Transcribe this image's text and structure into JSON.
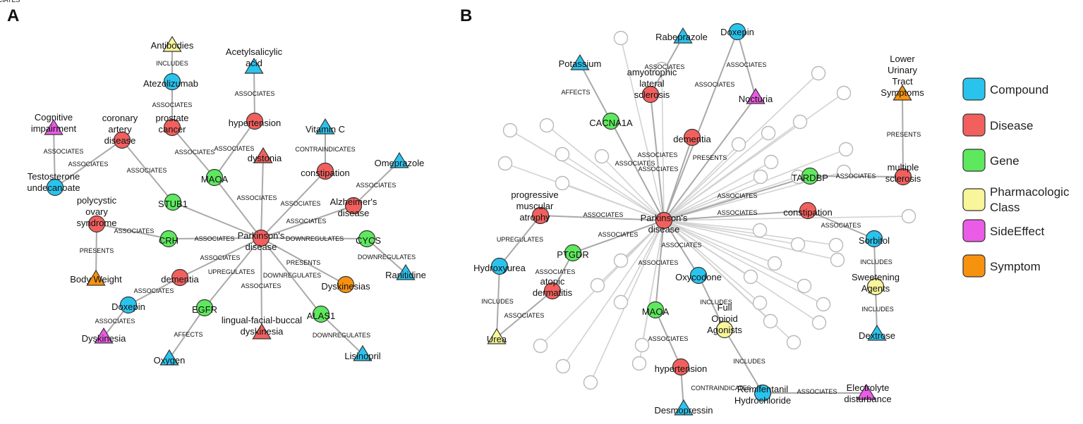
{
  "panels": [
    "A",
    "B"
  ],
  "legend": [
    {
      "type": "Compound",
      "color": "#29c4ee"
    },
    {
      "type": "Disease",
      "color": "#f2605e"
    },
    {
      "type": "Gene",
      "color": "#5ee85e"
    },
    {
      "type": "Pharmacologic Class",
      "color": "#f8f59a"
    },
    {
      "type": "SideEffect",
      "color": "#ea5ce6"
    },
    {
      "type": "Symptom",
      "color": "#f7920f"
    }
  ],
  "graphA": {
    "nodes": [
      {
        "id": "pd",
        "label": "Parkinson's\ndisease",
        "type": "Disease",
        "shape": "circle"
      },
      {
        "id": "antibodies",
        "label": "Antibodies",
        "type": "Pharmacologic Class",
        "shape": "triangle"
      },
      {
        "id": "atezolizumab",
        "label": "Atezolizumab",
        "type": "Compound",
        "shape": "circle"
      },
      {
        "id": "prostate",
        "label": "prostate\ncancer",
        "type": "Disease",
        "shape": "circle"
      },
      {
        "id": "maoa",
        "label": "MAOA",
        "type": "Gene",
        "shape": "circle"
      },
      {
        "id": "acetyl",
        "label": "Acetylsalicylic\nacid",
        "type": "Compound",
        "shape": "triangle"
      },
      {
        "id": "hypertension",
        "label": "hypertension",
        "type": "Disease",
        "shape": "circle"
      },
      {
        "id": "dystonia",
        "label": "dystonia",
        "type": "Disease",
        "shape": "triangle"
      },
      {
        "id": "vitc",
        "label": "Vitamin C",
        "type": "Compound",
        "shape": "triangle"
      },
      {
        "id": "constipation",
        "label": "constipation",
        "type": "Disease",
        "shape": "circle"
      },
      {
        "id": "omeprazole",
        "label": "Omeprazole",
        "type": "Compound",
        "shape": "triangle"
      },
      {
        "id": "alzheimer",
        "label": "Alzheimer's\ndisease",
        "type": "Disease",
        "shape": "circle"
      },
      {
        "id": "cognitive",
        "label": "Cognitive\nimpairment",
        "type": "SideEffect",
        "shape": "triangle"
      },
      {
        "id": "coronary",
        "label": "coronary\nartery\ndisease",
        "type": "Disease",
        "shape": "circle"
      },
      {
        "id": "testosterone",
        "label": "Testosterone\nundecanoate",
        "type": "Compound",
        "shape": "circle"
      },
      {
        "id": "stub1",
        "label": "STUB1",
        "type": "Gene",
        "shape": "circle"
      },
      {
        "id": "pcos",
        "label": "polycystic\novary\nsyndrome",
        "type": "Disease",
        "shape": "circle"
      },
      {
        "id": "crh",
        "label": "CRH",
        "type": "Gene",
        "shape": "circle"
      },
      {
        "id": "cycs",
        "label": "CYCS",
        "type": "Gene",
        "shape": "circle"
      },
      {
        "id": "ranitidine",
        "label": "Ranitidine",
        "type": "Compound",
        "shape": "triangle"
      },
      {
        "id": "bodyweight",
        "label": "Body Weight",
        "type": "Symptom",
        "shape": "triangle"
      },
      {
        "id": "dementia",
        "label": "dementia",
        "type": "Disease",
        "shape": "circle"
      },
      {
        "id": "doxepin",
        "label": "Doxepin",
        "type": "Compound",
        "shape": "circle"
      },
      {
        "id": "dyskinesia",
        "label": "Dyskinesia",
        "type": "SideEffect",
        "shape": "triangle"
      },
      {
        "id": "egfr",
        "label": "EGFR",
        "type": "Gene",
        "shape": "circle"
      },
      {
        "id": "oxygen",
        "label": "Oxygen",
        "type": "Compound",
        "shape": "triangle"
      },
      {
        "id": "lingual",
        "label": "lingual-facial-buccal\ndyskinesia",
        "type": "Disease",
        "shape": "triangle"
      },
      {
        "id": "dyskinesias",
        "label": "Dyskinesias",
        "type": "Symptom",
        "shape": "circle"
      },
      {
        "id": "alas1",
        "label": "ALAS1",
        "type": "Gene",
        "shape": "circle"
      },
      {
        "id": "lisinopril",
        "label": "Lisinopril",
        "type": "Compound",
        "shape": "triangle"
      }
    ],
    "edges": [
      {
        "from": "antibodies",
        "to": "atezolizumab",
        "label": "INCLUDES"
      },
      {
        "from": "atezolizumab",
        "to": "prostate",
        "label": "ASSOCIATES"
      },
      {
        "from": "prostate",
        "to": "maoa",
        "label": "ASSOCIATES"
      },
      {
        "from": "maoa",
        "to": "hypertension",
        "label": "ASSOCIATES"
      },
      {
        "from": "acetyl",
        "to": "hypertension",
        "label": "ASSOCIATES"
      },
      {
        "from": "maoa",
        "to": "pd",
        "label": "ASSOCIATES"
      },
      {
        "from": "dystonia",
        "to": "pd",
        "label": "ASSOCIATES"
      },
      {
        "from": "vitc",
        "to": "constipation",
        "label": "CONTRAINDICATES"
      },
      {
        "from": "constipation",
        "to": "pd",
        "label": "ASSOCIATES"
      },
      {
        "from": "omeprazole",
        "to": "alzheimer",
        "label": "ASSOCIATES"
      },
      {
        "from": "alzheimer",
        "to": "pd",
        "label": "ASSOCIATES"
      },
      {
        "from": "cognitive",
        "to": "testosterone",
        "label": "ASSOCIATES"
      },
      {
        "from": "coronary",
        "to": "testosterone",
        "label": "ASSOCIATES"
      },
      {
        "from": "coronary",
        "to": "stub1",
        "label": "ASSOCIATES"
      },
      {
        "from": "stub1",
        "to": "pd",
        "label": ""
      },
      {
        "from": "pcos",
        "to": "crh",
        "label": "ASSOCIATES"
      },
      {
        "from": "crh",
        "to": "pd",
        "label": "ASSOCIATES"
      },
      {
        "from": "pcos",
        "to": "bodyweight",
        "label": "PRESENTS"
      },
      {
        "from": "pd",
        "to": "cycs",
        "label": "DOWNREGULATES"
      },
      {
        "from": "cycs",
        "to": "ranitidine",
        "label": "DOWNREGULATES"
      },
      {
        "from": "dementia",
        "to": "pd",
        "label": "ASSOCIATES"
      },
      {
        "from": "dementia",
        "to": "doxepin",
        "label": "ASSOCIATES"
      },
      {
        "from": "doxepin",
        "to": "dyskinesia",
        "label": "ASSOCIATES"
      },
      {
        "from": "egfr",
        "to": "pd",
        "label": "UPREGULATES"
      },
      {
        "from": "egfr",
        "to": "oxygen",
        "label": "AFFECTS"
      },
      {
        "from": "lingual",
        "to": "pd",
        "label": "ASSOCIATES"
      },
      {
        "from": "pd",
        "to": "dyskinesias",
        "label": "PRESENTS"
      },
      {
        "from": "pd",
        "to": "alas1",
        "label": "DOWNREGULATES"
      },
      {
        "from": "alas1",
        "to": "lisinopril",
        "label": "DOWNREGULATES"
      }
    ]
  },
  "graphB": {
    "nodes": [
      {
        "id": "pd",
        "label": "Parkinson's\ndisease",
        "type": "Disease",
        "shape": "circle"
      },
      {
        "id": "rabeprazole",
        "label": "Rabeprazole",
        "type": "Compound",
        "shape": "triangle"
      },
      {
        "id": "doxepin",
        "label": "Doxepin",
        "type": "Compound",
        "shape": "circle"
      },
      {
        "id": "potassium",
        "label": "Potassium",
        "type": "Compound",
        "shape": "triangle"
      },
      {
        "id": "als",
        "label": "amyotrophic\nlateral\nsclerosis",
        "type": "Disease",
        "shape": "circle"
      },
      {
        "id": "nocturia",
        "label": "Nocturia",
        "type": "SideEffect",
        "shape": "triangle"
      },
      {
        "id": "luts",
        "label": "Lower\nUrinary\nTract\nSymptoms",
        "type": "Symptom",
        "shape": "triangle"
      },
      {
        "id": "cacna1a",
        "label": "CACNA1A",
        "type": "Gene",
        "shape": "circle"
      },
      {
        "id": "dementia",
        "label": "dementia",
        "type": "Disease",
        "shape": "circle"
      },
      {
        "id": "tardbp",
        "label": "TARDBP",
        "type": "Gene",
        "shape": "circle"
      },
      {
        "id": "ms",
        "label": "multiple\nsclerosis",
        "type": "Disease",
        "shape": "circle"
      },
      {
        "id": "pma",
        "label": "progressive\nmuscular\natrophy",
        "type": "Disease",
        "shape": "circle"
      },
      {
        "id": "constipation",
        "label": "constipation",
        "type": "Disease",
        "shape": "circle"
      },
      {
        "id": "sorbitol",
        "label": "Sorbitol",
        "type": "Compound",
        "shape": "circle"
      },
      {
        "id": "ptgdr",
        "label": "PTGDR",
        "type": "Gene",
        "shape": "circle"
      },
      {
        "id": "hydroxyurea",
        "label": "Hydroxyurea",
        "type": "Compound",
        "shape": "circle"
      },
      {
        "id": "oxycodone",
        "label": "Oxycodone",
        "type": "Compound",
        "shape": "circle"
      },
      {
        "id": "sweetening",
        "label": "Sweetening\nAgents",
        "type": "Pharmacologic Class",
        "shape": "circle"
      },
      {
        "id": "atopic",
        "label": "atopic\ndermatitis",
        "type": "Disease",
        "shape": "circle"
      },
      {
        "id": "maoa",
        "label": "MAOA",
        "type": "Gene",
        "shape": "circle"
      },
      {
        "id": "fullopioid",
        "label": "Full\nOpioid\nAgonists",
        "type": "Pharmacologic Class",
        "shape": "circle"
      },
      {
        "id": "dextrose",
        "label": "Dextrose",
        "type": "Compound",
        "shape": "triangle"
      },
      {
        "id": "urea",
        "label": "Urea",
        "type": "Pharmacologic Class",
        "shape": "triangle"
      },
      {
        "id": "hypertension",
        "label": "hypertension",
        "type": "Disease",
        "shape": "circle"
      },
      {
        "id": "remifentanil",
        "label": "Remifentanil\nHydrochloride",
        "type": "Compound",
        "shape": "circle"
      },
      {
        "id": "electrolyte",
        "label": "Electrolyte\ndisturbance",
        "type": "SideEffect",
        "shape": "triangle"
      },
      {
        "id": "desmopressin",
        "label": "Desmopressin",
        "type": "Compound",
        "shape": "triangle"
      }
    ],
    "edges": [
      {
        "from": "rabeprazole",
        "to": "als",
        "label": "ASSOCIATES"
      },
      {
        "from": "doxepin",
        "to": "nocturia",
        "label": "ASSOCIATES"
      },
      {
        "from": "doxepin",
        "to": "pd",
        "label": "ASSOCIATES"
      },
      {
        "from": "potassium",
        "to": "cacna1a",
        "label": "AFFECTS"
      },
      {
        "from": "cacna1a",
        "to": "pd",
        "label": "ASSOCIATES"
      },
      {
        "from": "als",
        "to": "pd",
        "label": "ASSOCIATES"
      },
      {
        "from": "nocturia",
        "to": "pd",
        "label": "PRESENTS"
      },
      {
        "from": "dementia",
        "to": "pd",
        "label": "ASSOCIATES"
      },
      {
        "from": "luts",
        "to": "ms",
        "label": "PRESENTS"
      },
      {
        "from": "tardbp",
        "to": "pd",
        "label": "ASSOCIATES"
      },
      {
        "from": "tardbp",
        "to": "ms",
        "label": "ASSOCIATES"
      },
      {
        "from": "pma",
        "to": "pd",
        "label": "ASSOCIATES"
      },
      {
        "from": "constipation",
        "to": "pd",
        "label": "ASSOCIATES"
      },
      {
        "from": "constipation",
        "to": "sorbitol",
        "label": "ASSOCIATES"
      },
      {
        "from": "pma",
        "to": "hydroxyurea",
        "label": "ASSOCIATES"
      },
      {
        "from": "ptgdr",
        "to": "pd",
        "label": "UPREGULATES"
      },
      {
        "from": "ptgdr",
        "to": "atopic",
        "label": "ASSOCIATES"
      },
      {
        "from": "oxycodone",
        "to": "pd",
        "label": "ASSOCIATES"
      },
      {
        "from": "maoa",
        "to": "pd",
        "label": "ASSOCIATES"
      },
      {
        "from": "sorbitol",
        "to": "sweetening",
        "label": "INCLUDES"
      },
      {
        "from": "sweetening",
        "to": "dextrose",
        "label": "INCLUDES"
      },
      {
        "from": "hydroxyurea",
        "to": "urea",
        "label": "INCLUDES"
      },
      {
        "from": "atopic",
        "to": "urea",
        "label": "ASSOCIATES"
      },
      {
        "from": "oxycodone",
        "to": "fullopioid",
        "label": "INCLUDES"
      },
      {
        "from": "maoa",
        "to": "hypertension",
        "label": "ASSOCIATES"
      },
      {
        "from": "hypertension",
        "to": "desmopressin",
        "label": "CONTRAINDICATES"
      },
      {
        "from": "fullopioid",
        "to": "remifentanil",
        "label": "INCLUDES"
      },
      {
        "from": "remifentanil",
        "to": "electrolyte",
        "label": "ASSOCIATES"
      }
    ]
  }
}
